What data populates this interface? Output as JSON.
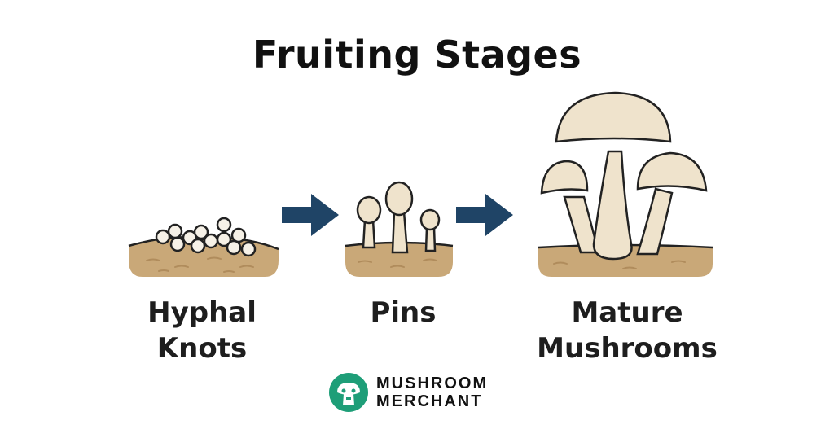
{
  "title": "Fruiting Stages",
  "stages": [
    {
      "label_line1": "Hyphal",
      "label_line2": "Knots",
      "illustration": "hyphal-knots"
    },
    {
      "label_line1": "Pins",
      "label_line2": "",
      "illustration": "pins"
    },
    {
      "label_line1": "Mature",
      "label_line2": "Mushrooms",
      "illustration": "mature-mushrooms"
    }
  ],
  "arrows": [
    "right-arrow",
    "right-arrow"
  ],
  "logo": {
    "line1": "MUSHROOM",
    "line2": "MERCHANT",
    "icon": "mushroom-face-icon"
  },
  "colors": {
    "arrow": "#1f4466",
    "soil": "#c9a878",
    "cap": "#efe3cc",
    "outline": "#222222",
    "logo": "#1e9e78"
  }
}
